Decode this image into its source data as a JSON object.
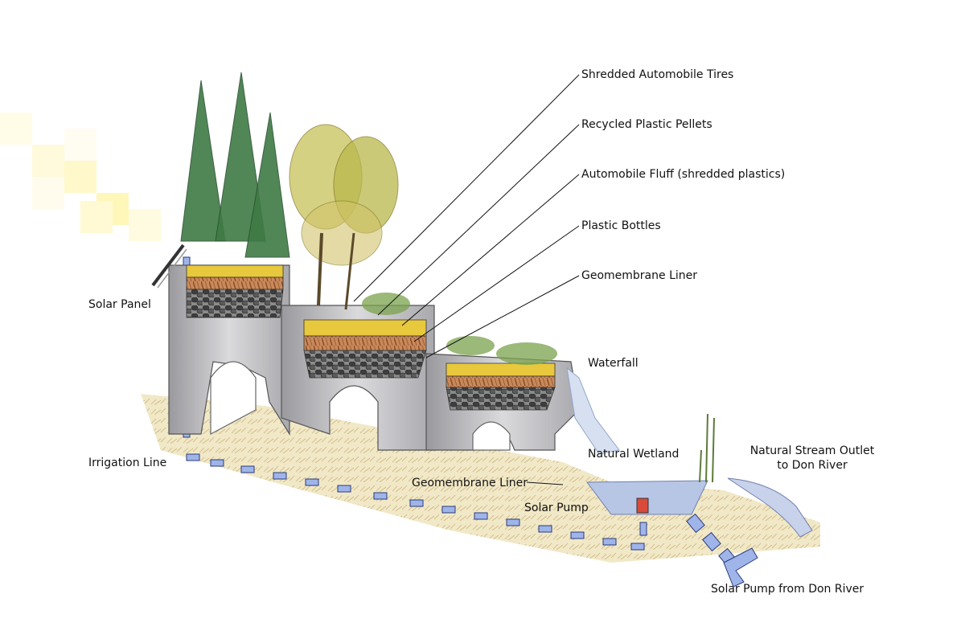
{
  "labels": {
    "shredded_tires": "Shredded Automobile Tires",
    "plastic_pellets": "Recycled Plastic Pellets",
    "automobile_fluff": "Automobile Fluff (shredded plastics)",
    "plastic_bottles": "Plastic Bottles",
    "geomembrane_liner_top": "Geomembrane Liner",
    "waterfall": "Waterfall",
    "solar_panel": "Solar Panel",
    "irrigation_line": "Irrigation Line",
    "natural_wetland": "Natural Wetland",
    "stream_outlet_line1": "Natural Stream Outlet",
    "stream_outlet_line2": "to Don River",
    "geomembrane_liner_bottom": "Geomembrane Liner",
    "solar_pump": "Solar Pump",
    "solar_pump_river": "Solar Pump from Don River"
  },
  "colors": {
    "soil": "#e8d9a8",
    "structure": "#c9c9cc",
    "tires_layer": "#c98a5a",
    "pellets_layer": "#e8c83c",
    "bottles_layer": "#5c5c5c",
    "pipe": "#6f8fd6",
    "water": "#b8c6e6",
    "conifer": "#3f7a45",
    "deciduous": "#b8b84a",
    "sun_glow": "#fff3a0"
  }
}
